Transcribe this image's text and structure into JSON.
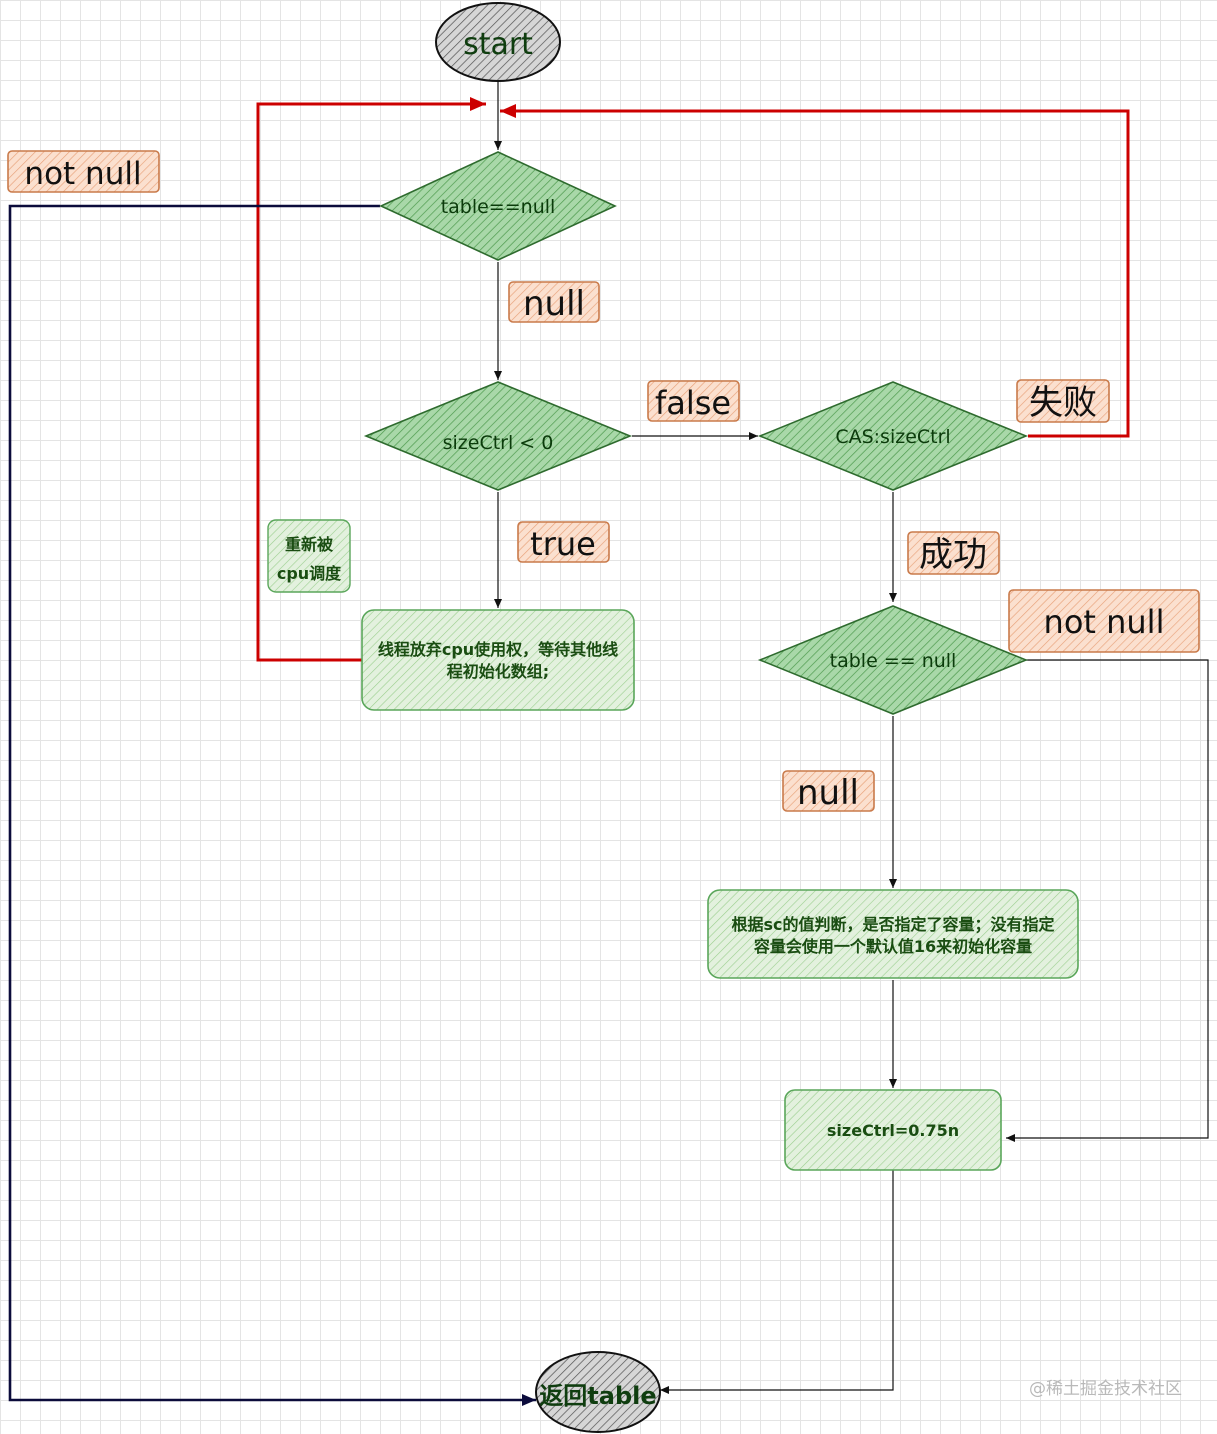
{
  "nodes": {
    "start": "start",
    "table_null_check": "table==null",
    "sizectrl_check": "sizeCtrl < 0",
    "cas_sizectrl": "CAS:sizeCtrl",
    "table_null_check2": "table == null",
    "yield_box": [
      "线程放弃cpu使用权，等待其他线",
      "程初始化数组;"
    ],
    "init_box": [
      "根据sc的值判断，是否指定了容量；没有指定",
      "容量会使用一个默认值16来初始化容量"
    ],
    "sizectrl_assign": "sizeCtrl=0.75n",
    "return_table": "返回table",
    "reschedule_note": [
      "重新被",
      "cpu调度"
    ]
  },
  "labels": {
    "not_null_left": "not null",
    "null_1": "null",
    "false": "false",
    "true": "true",
    "fail": "失败",
    "success": "成功",
    "not_null_right": "not null",
    "null_2": "null"
  },
  "watermark": "@稀土掘金技术社区",
  "colors": {
    "diamond_fill": "#8fc98f",
    "diamond_stroke": "#2e6b2e",
    "box_fill": "#d5e8d4",
    "box_stroke": "#5aa65a",
    "label_fill": "#f8cba8",
    "label_stroke": "#c97a4a",
    "red_line": "#cc0000",
    "navy_line": "#0b0b3b",
    "terminal_fill": "#cfcfcf"
  }
}
